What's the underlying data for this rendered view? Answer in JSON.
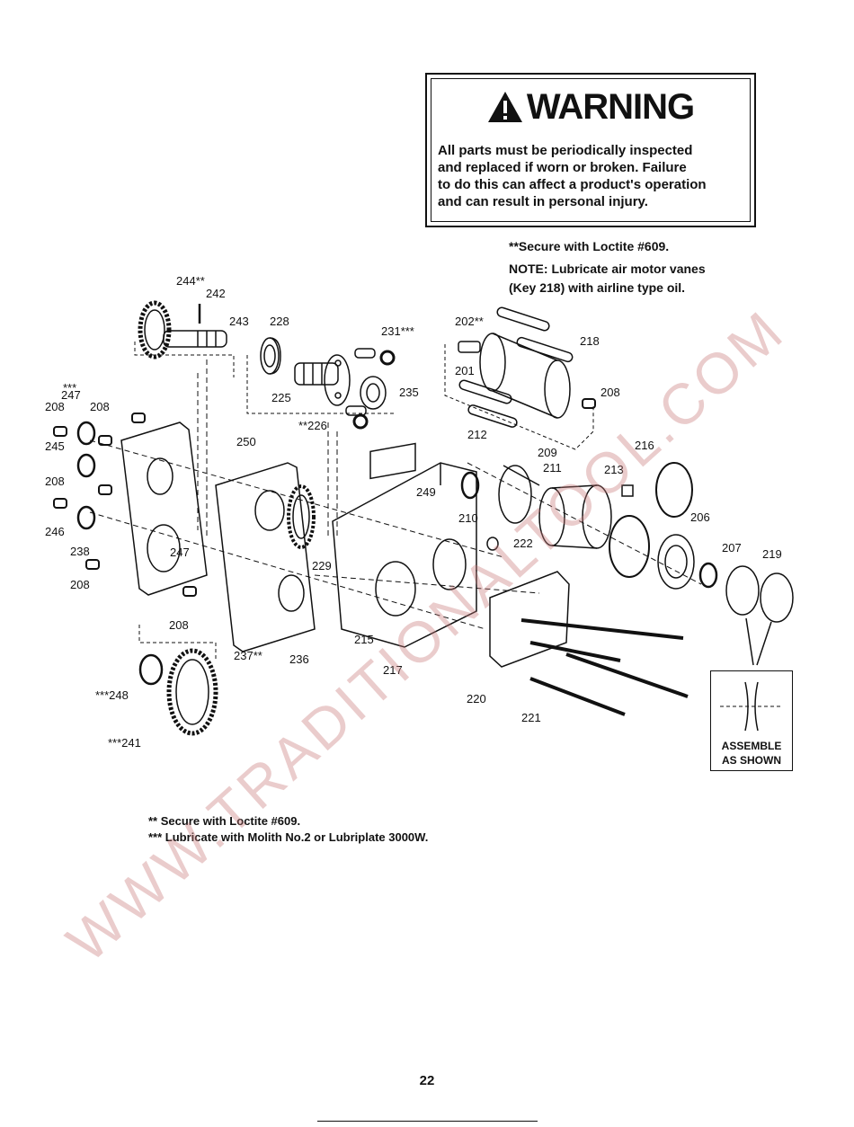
{
  "warning": {
    "title": "WARNING",
    "lines": [
      "All parts must be periodically inspected",
      "and replaced if worn or broken. Failure",
      "to do this can affect a product's operation",
      "and can result in personal injury."
    ]
  },
  "notes": {
    "loctite": "**Secure with Loctite #609.",
    "note_line1": "NOTE: Lubricate air motor vanes",
    "note_line2": "(Key 218) with airline type oil."
  },
  "parts": {
    "p244": "244**",
    "p242": "242",
    "p243": "243",
    "p228": "228",
    "p231": "231***",
    "p202": "202**",
    "p218": "218",
    "p201": "201",
    "p208a": "208",
    "p225": "225",
    "p235": "235",
    "p226": "**226",
    "p247t": "***",
    "p247": "247",
    "p208b": "208",
    "p208c": "208",
    "p245": "245",
    "p250": "250",
    "p212": "212",
    "p209": "209",
    "p211": "211",
    "p216": "216",
    "p213": "213",
    "p208d": "208",
    "p249": "249",
    "p210": "210",
    "p206": "206",
    "p246": "246",
    "p238": "238",
    "p247b": "247",
    "p229": "229",
    "p222": "222",
    "p207": "207",
    "p219": "219",
    "p208e": "208",
    "p208f": "208",
    "p215": "215",
    "p237": "237**",
    "p236": "236",
    "p217": "217",
    "p220": "220",
    "p248": "***248",
    "p221": "221",
    "p241": "***241"
  },
  "assemble": {
    "line1": "ASSEMBLE",
    "line2": "AS SHOWN"
  },
  "footnotes": {
    "f1": "** Secure with Loctite #609.",
    "f2": "*** Lubricate with Molith No.2 or Lubriplate 3000W."
  },
  "page_number": "22",
  "watermark": "WWW.TRADITIONALTOOL.COM"
}
